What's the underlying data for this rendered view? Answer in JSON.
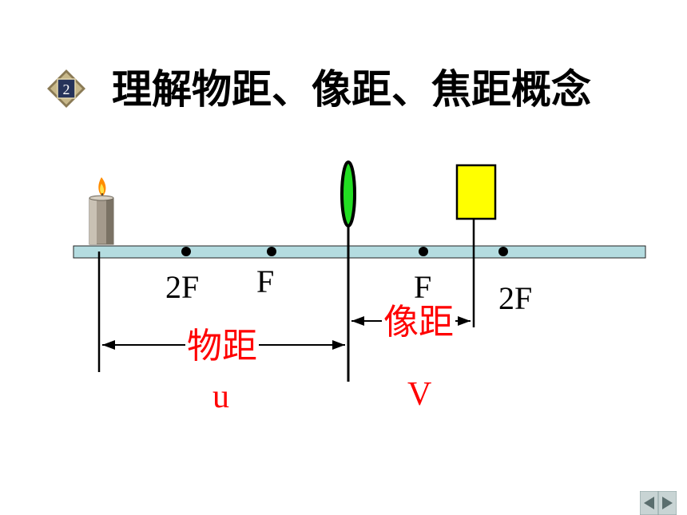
{
  "badge": {
    "number": "2"
  },
  "title": "理解物距、像距、焦距概念",
  "points": {
    "left_2f": "2F",
    "left_f": "F",
    "right_f": "F",
    "right_2f": "2F"
  },
  "image_distance": {
    "label": "像距",
    "symbol": "V"
  },
  "object_distance": {
    "label": "物距",
    "symbol": "u"
  },
  "colors": {
    "rail": "#b4dce0",
    "lens": "#22dd22",
    "image_box": "#ffff00",
    "distance_text": "#ff0000"
  },
  "icons": {
    "badge": "numbered-diamond-icon",
    "candle": "candle-icon",
    "nav_prev": "triangle-left-icon",
    "nav_next": "triangle-right-icon"
  }
}
